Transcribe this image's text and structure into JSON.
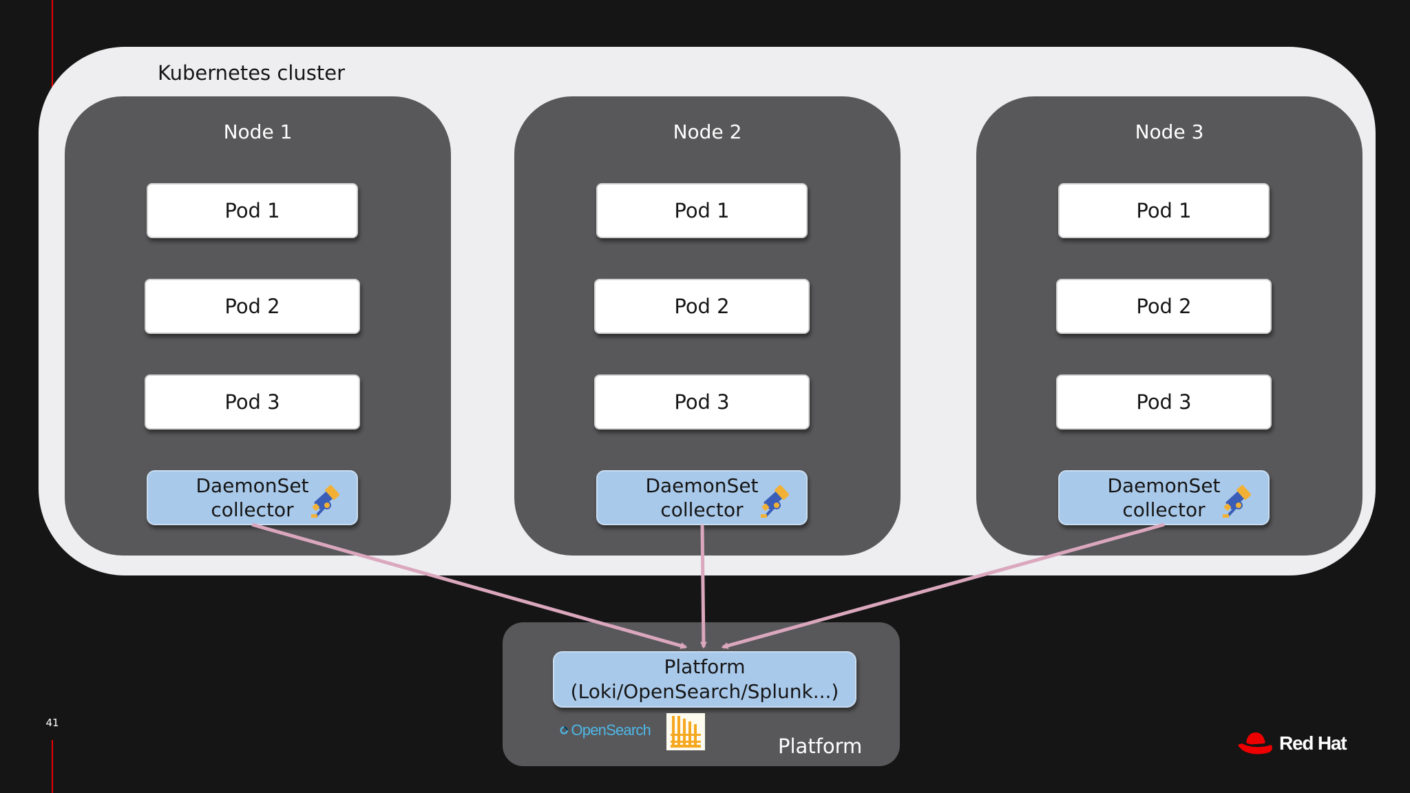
{
  "slide": {
    "page_number": "41"
  },
  "cluster": {
    "label": "Kubernetes cluster"
  },
  "nodes": [
    {
      "label": "Node 1",
      "pods": [
        "Pod 1",
        "Pod 2",
        "Pod 3"
      ],
      "collector": {
        "line1": "DaemonSet",
        "line2": "collector",
        "icon": "telescope-icon"
      }
    },
    {
      "label": "Node 2",
      "pods": [
        "Pod 1",
        "Pod 2",
        "Pod 3"
      ],
      "collector": {
        "line1": "DaemonSet",
        "line2": "collector",
        "icon": "telescope-icon"
      }
    },
    {
      "label": "Node 3",
      "pods": [
        "Pod 1",
        "Pod 2",
        "Pod 3"
      ],
      "collector": {
        "line1": "DaemonSet",
        "line2": "collector",
        "icon": "telescope-icon"
      }
    }
  ],
  "platform": {
    "collector_line1": "Platform",
    "collector_line2": "(Loki/OpenSearch/Splunk...)",
    "label": "Platform",
    "logos": {
      "opensearch": {
        "text": "OpenSearch",
        "icon": "opensearch-logo"
      },
      "loki": {
        "icon": "loki-logo"
      }
    }
  },
  "brand": {
    "name": "Red Hat",
    "icon": "redhat-fedora-logo"
  },
  "colors": {
    "background": "#151515",
    "cluster": "#eeeef0",
    "node": "#58585a",
    "pod": "#ffffff",
    "collector": "#a9c9ea",
    "arrow": "#dba7bd",
    "brand_red": "#ee0000"
  }
}
